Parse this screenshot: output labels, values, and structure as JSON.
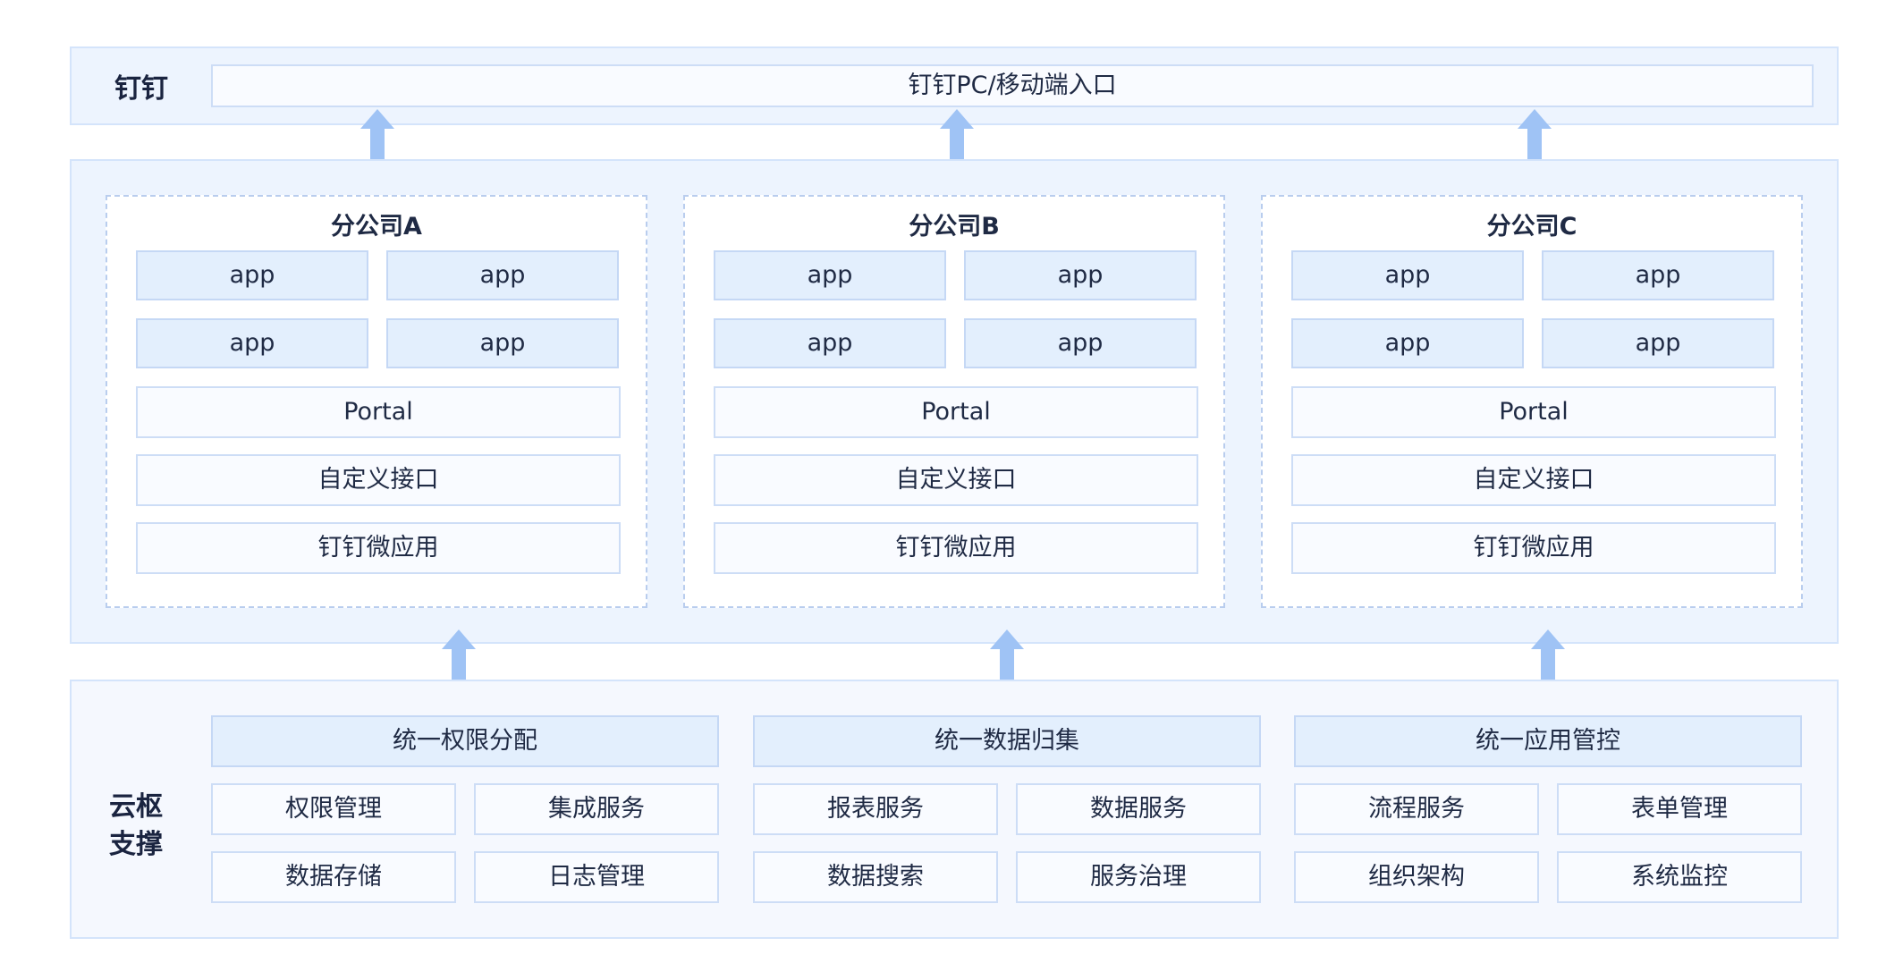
{
  "dingtalk": {
    "label": "钉钉",
    "entry": "钉钉PC/移动端入口"
  },
  "branches": [
    {
      "title": "分公司A",
      "apps": [
        "app",
        "app",
        "app",
        "app"
      ],
      "portal": "Portal",
      "custom_api": "自定义接口",
      "micro_app": "钉钉微应用"
    },
    {
      "title": "分公司B",
      "apps": [
        "app",
        "app",
        "app",
        "app"
      ],
      "portal": "Portal",
      "custom_api": "自定义接口",
      "micro_app": "钉钉微应用"
    },
    {
      "title": "分公司C",
      "apps": [
        "app",
        "app",
        "app",
        "app"
      ],
      "portal": "Portal",
      "custom_api": "自定义接口",
      "micro_app": "钉钉微应用"
    }
  ],
  "support": {
    "label_line1": "云枢",
    "label_line2": "支撑",
    "groups": [
      {
        "title": "统一权限分配",
        "items": [
          "权限管理",
          "集成服务",
          "数据存储",
          "日志管理"
        ]
      },
      {
        "title": "统一数据归集",
        "items": [
          "报表服务",
          "数据服务",
          "数据搜索",
          "服务治理"
        ]
      },
      {
        "title": "统一应用管控",
        "items": [
          "流程服务",
          "表单管理",
          "组织架构",
          "系统监控"
        ]
      }
    ]
  },
  "colors": {
    "band_fill": "#edf4fe",
    "app_fill": "#e3effd",
    "arrow": "#9fc3f5",
    "branch_border": "#b9cdee"
  },
  "icons": {
    "connector": "double-arrow-vertical-icon"
  }
}
